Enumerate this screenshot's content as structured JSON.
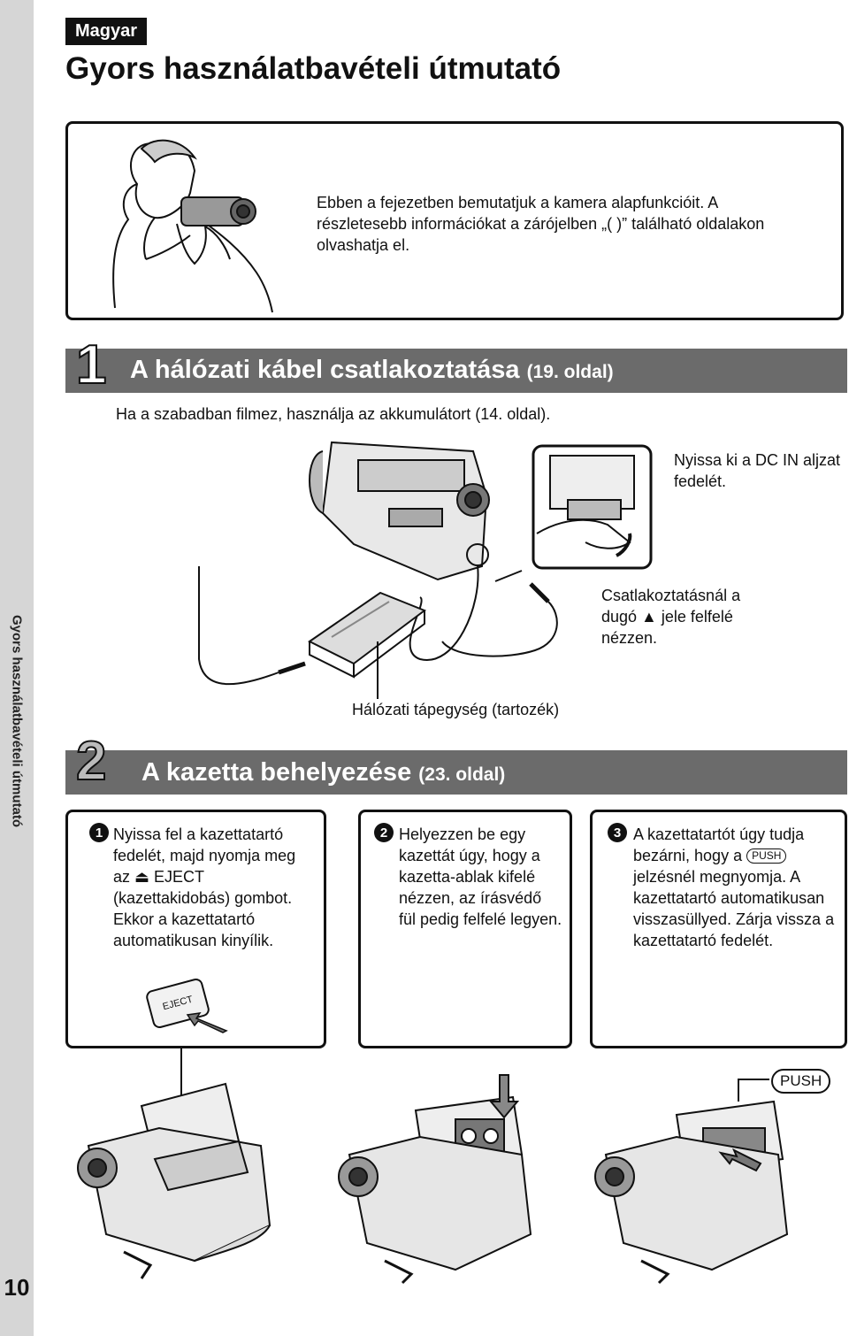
{
  "sidebar": {
    "label": "Gyors használatbavételi útmutató",
    "page_number": "10"
  },
  "header": {
    "language": "Magyar",
    "title": "Gyors használatbavételi útmutató"
  },
  "intro": {
    "text": "Ebben a fejezetben bemutatjuk a kamera alapfunkcióit. A részletesebb információkat a zárójelben „( )” található oldalakon olvashatja el."
  },
  "section1": {
    "number": "1",
    "title": "A hálózati kábel csatlakoztatása",
    "page_ref": "(19. oldal)",
    "subtitle": "Ha a szabadban filmez, használja az akkumulátort (14. oldal).",
    "note_dc_in": "Nyissa ki a DC IN aljzat fedelét.",
    "note_plug": "Csatlakoztatásnál a dugó ▲ jele felfelé nézzen.",
    "adapter_label": "Hálózati tápegység (tartozék)"
  },
  "section2": {
    "number": "2",
    "title": "A kazetta behelyezése",
    "page_ref": "(23. oldal)",
    "steps": [
      {
        "num": "1",
        "text": "Nyissa fel a kazettatartó fedelét, majd nyomja meg az ⏏ EJECT (kazettakidobás) gombot. Ekkor a kazettatartó automatikusan kinyílik."
      },
      {
        "num": "2",
        "text": "Helyezzen be egy kazettát úgy, hogy a kazetta-ablak kifelé nézzen, az írásvédő fül pedig felfelé legyen."
      },
      {
        "num": "3",
        "text_before": "A kazettatartót úgy tudja bezárni, hogy a",
        "text_after": "jelzésnél megnyomja. A kazettatartó automatikusan visszasüllyed. Zárja vissza a kazettatartó fedelét."
      }
    ],
    "eject_button_label": "EJECT",
    "push_label": "PUSH"
  }
}
